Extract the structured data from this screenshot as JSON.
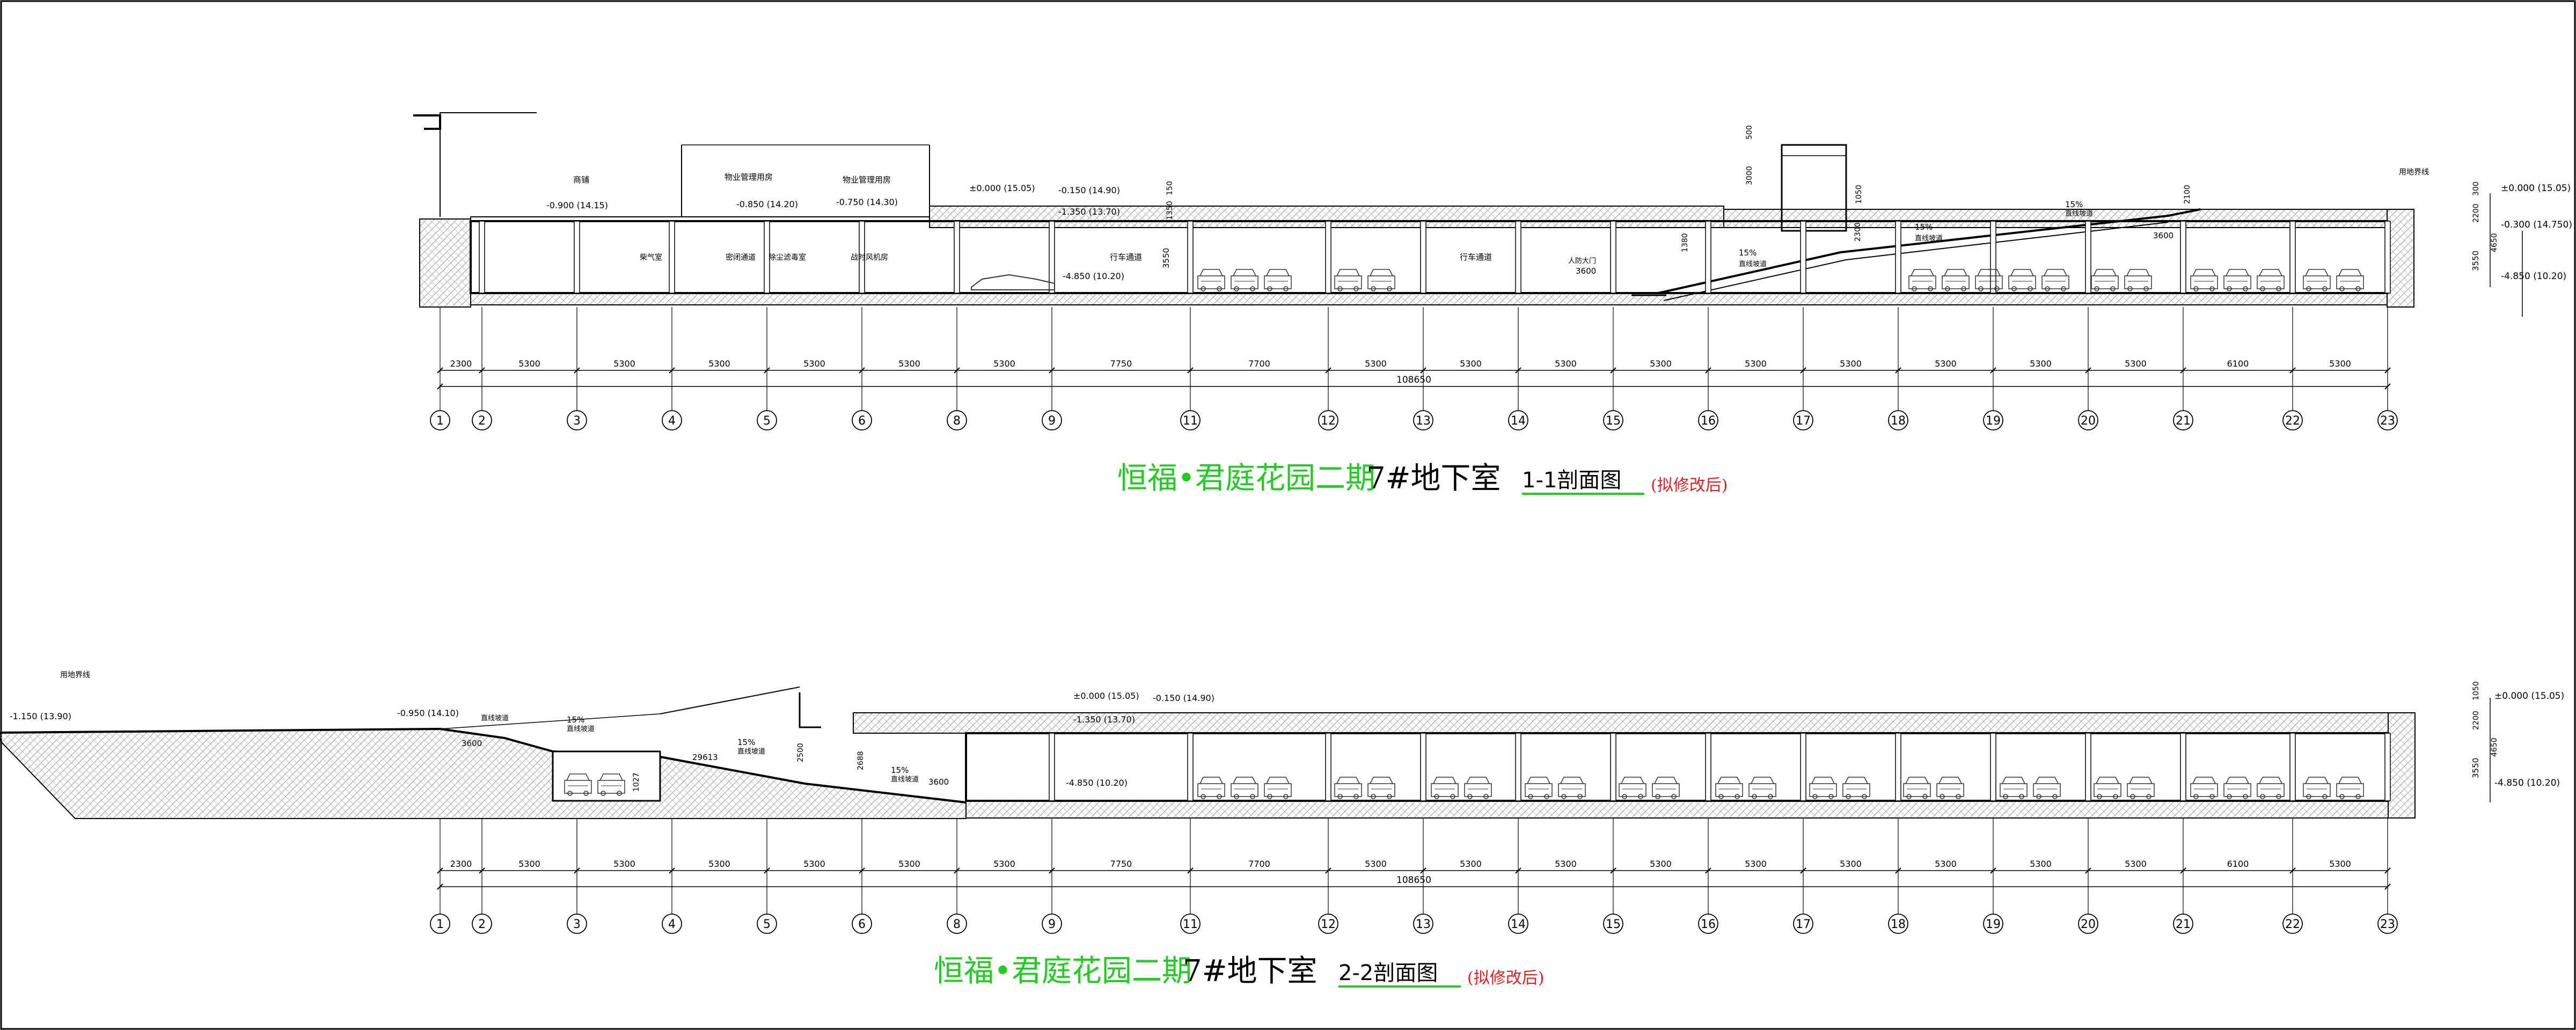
{
  "colors": {
    "green": "#22cc22",
    "black": "#000000",
    "red": "#e02020",
    "hatch": "#999999"
  },
  "axis_labels": [
    "1",
    "2",
    "3",
    "4",
    "5",
    "6",
    "8",
    "9",
    "11",
    "12",
    "13",
    "14",
    "15",
    "16",
    "17",
    "18",
    "19",
    "20",
    "21",
    "22",
    "23"
  ],
  "span_dims": [
    "2300",
    "5300",
    "5300",
    "5300",
    "5300",
    "5300",
    "5300",
    "7750",
    "7700",
    "5300",
    "5300",
    "5300",
    "5300",
    "5300",
    "5300",
    "5300",
    "5300",
    "5300",
    "6100",
    "5300"
  ],
  "total_dim": "108650",
  "s1": {
    "title_green": "恒福•君庭花园二期",
    "title_black": "7#地下室",
    "subtitle": "1-1剖面图",
    "note": "(拟修改后)",
    "rooms": [
      "商铺",
      "物业管理用房",
      "物业管理用房",
      "柴气室",
      "密闭通道",
      "除尘滤毒室",
      "战时风机房",
      "行车通道",
      "行车通道",
      "人防大门"
    ],
    "levels": [
      "-0.900 (14.15)",
      "-0.850 (14.20)",
      "-0.750 (14.30)",
      "±0.000 (15.05)",
      "-0.150 (14.90)",
      "-1.350 (13.70)",
      "-4.850 (10.20)",
      "±0.000 (15.05)",
      "-0.300 (14.750)",
      "-4.850 (10.20)",
      "用地界线"
    ],
    "ramp_labels": [
      "15%",
      "直线坡道",
      "15%",
      "直线坡道",
      "15%",
      "直线坡道"
    ],
    "dims": [
      "3600",
      "3600",
      "3550",
      "3550",
      "500",
      "3000",
      "2300",
      "1380",
      "150",
      "300",
      "1350",
      "2200",
      "4650",
      "2100",
      "1050"
    ]
  },
  "s2": {
    "title_green": "恒福•君庭花园二期",
    "title_black": "7#地下室",
    "subtitle": "2-2剖面图",
    "note": "(拟修改后)",
    "levels": [
      "用地界线",
      "-1.150 (13.90)",
      "-0.950 (14.10)",
      "±0.000 (15.05)",
      "-0.150 (14.90)",
      "-1.350 (13.70)",
      "-4.850 (10.20)",
      "±0.000 (15.05)",
      "-4.850 (10.20)"
    ],
    "ramp_labels": [
      "直线坡道",
      "15%",
      "直线坡道",
      "15%",
      "直线坡道",
      "15%",
      "直线坡道"
    ],
    "dims": [
      "3600",
      "29613",
      "3600",
      "2500",
      "2688",
      "1027",
      "2200",
      "3550",
      "4650",
      "1050"
    ]
  }
}
